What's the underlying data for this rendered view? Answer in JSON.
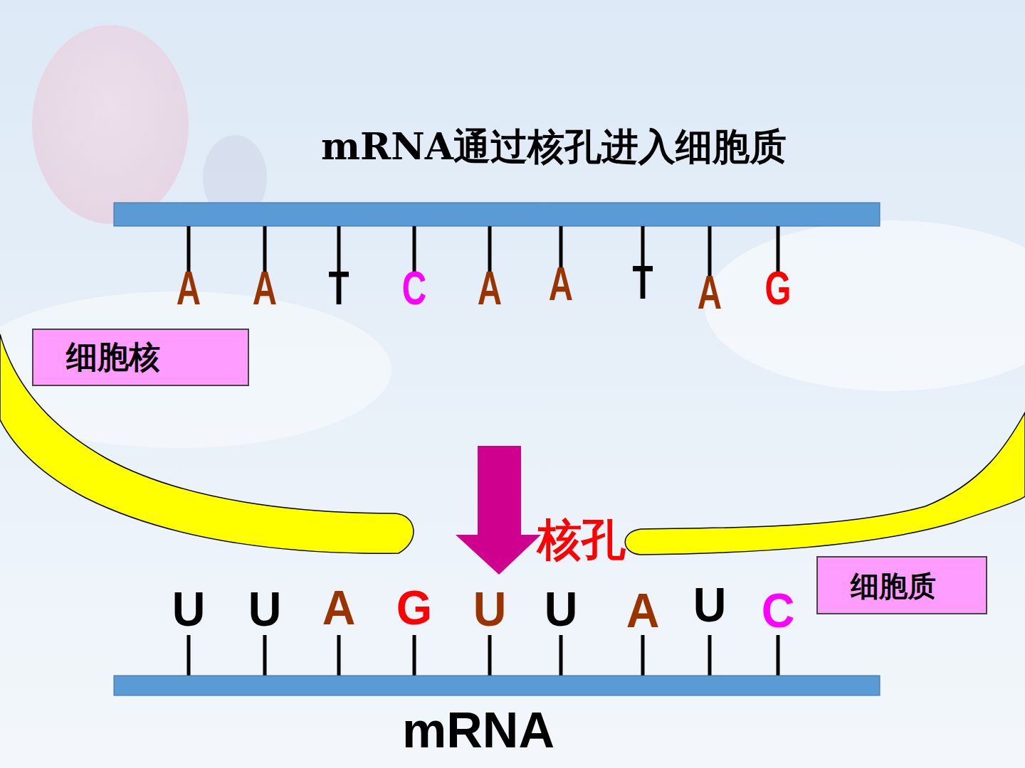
{
  "diagram": {
    "title": "mRNA通过核孔进入细胞质",
    "nodes": [
      {
        "text": [
          "细胞核"
        ]
      },
      {
        "text": [
          "细胞质"
        ]
      }
    ],
    "labels": [
      "A",
      "A",
      "T",
      "C",
      "A",
      "A",
      "T",
      "A",
      "G",
      "核孔",
      "U",
      "U",
      "A",
      "G",
      "U",
      "U",
      "A",
      "U",
      "C",
      "mRNA"
    ]
  }
}
